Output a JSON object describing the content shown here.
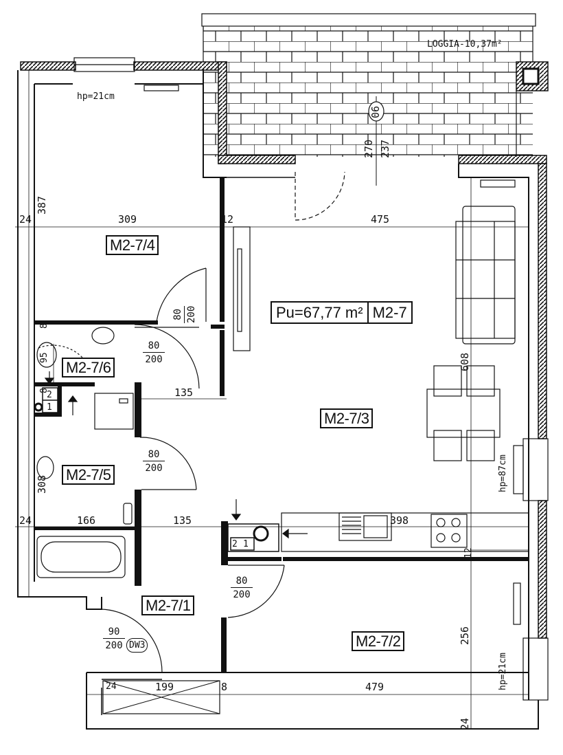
{
  "apartment": {
    "code": "M2-7",
    "area_label": "Pu=67,77 m²"
  },
  "rooms": {
    "r1": "M2-7/1",
    "r2": "M2-7/2",
    "r3": "M2-7/3",
    "r4": "M2-7/4",
    "r5": "M2-7/5",
    "r6": "M2-7/6"
  },
  "loggia": {
    "label": "LOGGIA-10,37m²",
    "dim_270": "270",
    "dim_237": "237",
    "code": "06"
  },
  "windows": {
    "hp21_top": "hp=21cm",
    "hp87": "hp=87cm",
    "hp21_right": "hp=21cm"
  },
  "doors": {
    "d_room4": {
      "w": "80",
      "h": "200"
    },
    "d_bath6": {
      "w": "80",
      "h": "200"
    },
    "d_bath5": {
      "w": "80",
      "h": "200"
    },
    "d_hall": {
      "w": "80",
      "h": "200"
    },
    "d_entry": {
      "w": "90",
      "h": "200",
      "tag": "DW3"
    }
  },
  "dims": {
    "d24_a": "24",
    "d309": "309",
    "d12_a": "12",
    "d475": "475",
    "d387": "387",
    "d8_a": "8",
    "d95": "95",
    "d8_b": "8",
    "d135_a": "135",
    "d608": "608",
    "d308": "308",
    "d24_b": "24",
    "d166": "166",
    "d8_c": "8",
    "d135_b": "135",
    "d398": "398",
    "d12_b": "12",
    "d256": "256",
    "d24_c": "24",
    "d199": "199",
    "d8_d": "8",
    "d479": "479",
    "d24_d": "24"
  },
  "shafts": {
    "s1_a": "2",
    "s1_b": "1",
    "s2_a": "2",
    "s2_b": "1"
  }
}
